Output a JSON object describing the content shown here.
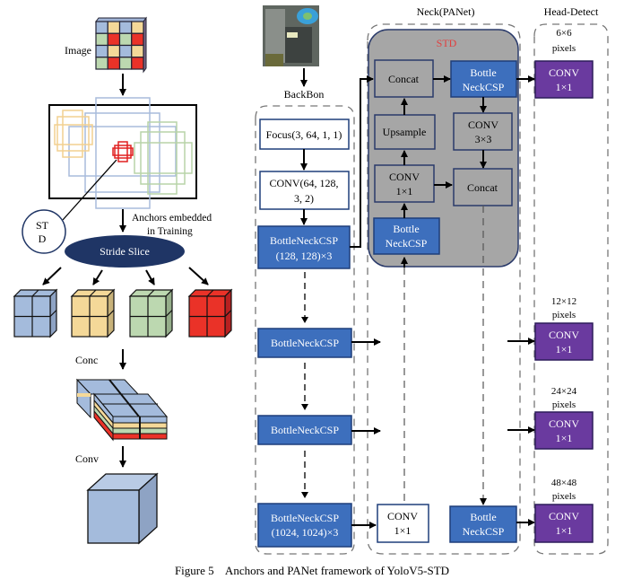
{
  "caption": "Figure 5    Anchors and PANet framework of YoloV5-STD",
  "colors": {
    "blue_block": "#3d6fbd",
    "blue_block_border": "#1f3f7a",
    "purple_block": "#6a3a9f",
    "purple_block_border": "#2c1c5a",
    "std_panel": "#a6a6a6",
    "std_label": "#e04040",
    "ellipse": "#1f3565",
    "cube_blue": "#a4bbdc",
    "cube_yellow": "#f4d898",
    "cube_green": "#bcd8b0",
    "cube_red": "#ea3228",
    "anchor_yellow": "#f2d090",
    "anchor_blue": "#a8bcdc",
    "anchor_green": "#b8d4a8",
    "anchor_red": "#e02020"
  },
  "left": {
    "image_label": "Image",
    "std_circle_line1": "ST",
    "std_circle_line2": "D",
    "anchors_label_line1": "Anchors embedded",
    "anchors_label_line2": "in Training",
    "stride_slice": "Stride Slice",
    "conc_label": "Conc",
    "conv_label": "Conv"
  },
  "backbone": {
    "title": "BackBon",
    "focus": "Focus(3, 64, 1, 1)",
    "conv_line1": "CONV(64, 128,",
    "conv_line2": "3, 2)",
    "csp1_line1": "BottleNeckCSP",
    "csp1_line2": "(128, 128)×3",
    "csp2": "BottleNeckCSP",
    "csp3": "BottleNeckCSP",
    "csp4_line1": "BottleNeckCSP",
    "csp4_line2": "(1024, 1024)×3"
  },
  "neck": {
    "title": "Neck(PANet)",
    "std_title": "STD",
    "concat_top": "Concat",
    "bottle_top_line1": "Bottle",
    "bottle_top_line2": "NeckCSP",
    "upsample": "Upsample",
    "conv3_line1": "CONV",
    "conv3_line2": "3×3",
    "conv1_line1": "CONV",
    "conv1_line2": "1×1",
    "concat_bottom": "Concat",
    "bottle_mid_line1": "Bottle",
    "bottle_mid_line2": "NeckCSP",
    "conv_bottom_line1": "CONV",
    "conv_bottom_line2": "1×1",
    "bottle_bottom_line1": "Bottle",
    "bottle_bottom_line2": "NeckCSP"
  },
  "head": {
    "title": "Head-Detect",
    "detectors": [
      {
        "size": "6×6",
        "unit": "pixels",
        "line1": "CONV",
        "line2": "1×1"
      },
      {
        "size": "12×12",
        "unit": "pixels",
        "line1": "CONV",
        "line2": "1×1"
      },
      {
        "size": "24×24",
        "unit": "pixels",
        "line1": "CONV",
        "line2": "1×1"
      },
      {
        "size": "48×48",
        "unit": "pixels",
        "line1": "CONV",
        "line2": "1×1"
      }
    ]
  }
}
